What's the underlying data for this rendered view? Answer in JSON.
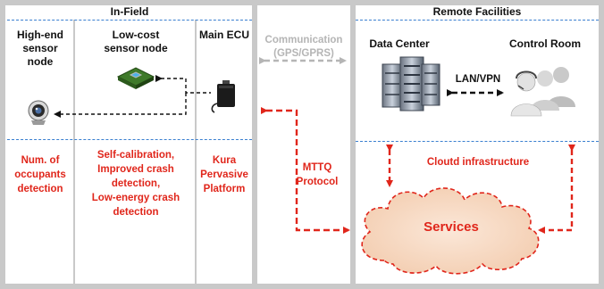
{
  "sections": {
    "in_field": "In-Field",
    "remote": "Remote Facilities"
  },
  "columns": {
    "high_end": "High-end sensor node",
    "low_cost": "Low-cost sensor node",
    "main_ecu": "Main ECU",
    "data_center": "Data Center",
    "control_room": "Control Room"
  },
  "communication": {
    "line1": "Communication",
    "line2": "(GPS/GPRS)"
  },
  "link_lan": "LAN/VPN",
  "functions": {
    "high_end": [
      "Num. of",
      "occupants",
      "detection"
    ],
    "low_cost": [
      "Self-calibration,",
      "Improved crash",
      "detection,",
      "Low-energy crash",
      "detection"
    ],
    "main_ecu": [
      "Kura",
      "Pervasive",
      "Platform"
    ]
  },
  "protocol": [
    "MTTQ",
    "Protocol"
  ],
  "cloud_label": "Cloutd infrastructure",
  "services": "Services",
  "colors": {
    "accent_red": "#e0261b",
    "frame_gray": "#c9c9c9",
    "divider_blue": "#3a7fd0",
    "cloud_fill": "#f7d9c2"
  }
}
